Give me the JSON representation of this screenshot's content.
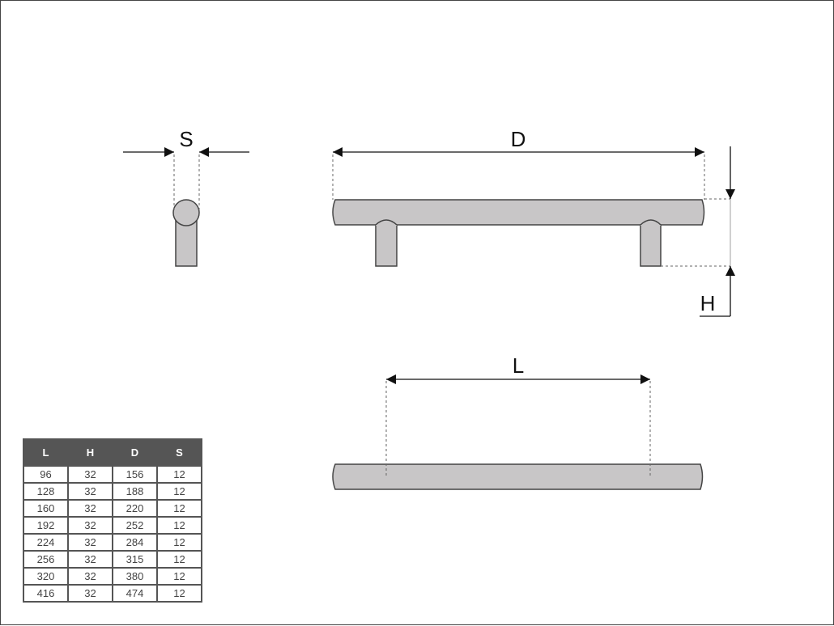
{
  "labels": {
    "s": "S",
    "d": "D",
    "h": "H",
    "l": "L"
  },
  "table": {
    "headers": [
      "L",
      "H",
      "D",
      "S"
    ],
    "rows": [
      [
        "96",
        "32",
        "156",
        "12"
      ],
      [
        "128",
        "32",
        "188",
        "12"
      ],
      [
        "160",
        "32",
        "220",
        "12"
      ],
      [
        "192",
        "32",
        "252",
        "12"
      ],
      [
        "224",
        "32",
        "284",
        "12"
      ],
      [
        "256",
        "32",
        "315",
        "12"
      ],
      [
        "320",
        "32",
        "380",
        "12"
      ],
      [
        "416",
        "32",
        "474",
        "12"
      ]
    ]
  },
  "colors": {
    "part_fill": "#c8c6c7",
    "outline": "#444444",
    "header_bg": "#555555"
  }
}
